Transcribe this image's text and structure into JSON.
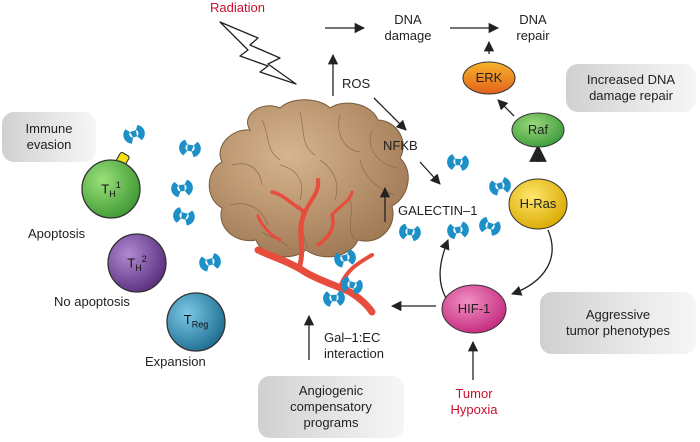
{
  "labels": {
    "radiation": "Radiation",
    "dna_damage": "DNA\ndamage",
    "dna_repair": "DNA\nrepair",
    "ros": "ROS",
    "nfkb": "NFKB",
    "galectin": "GALECTIN–1",
    "gal_ec": "Gal–1:EC\ninteraction",
    "tumor_hypoxia": "Tumor\nHypoxia",
    "apoptosis": "Apoptosis",
    "no_apoptosis": "No apoptosis",
    "expansion": "Expansion"
  },
  "boxes": {
    "immune_evasion": "Immune\nevasion",
    "increased_dna_repair": "Increased DNA\ndamage repair",
    "aggressive_tumor": "Aggressive\ntumor phenotypes",
    "angiogenic": "Angiogenic\ncompensatory\nprograms"
  },
  "nodes": {
    "erk": "ERK",
    "raf": "Raf",
    "hras": "H-Ras",
    "hif1": "HIF-1"
  },
  "cells": {
    "th1": {
      "main": "T",
      "sub": "H",
      "sup": "1"
    },
    "th2": {
      "main": "T",
      "sub": "H",
      "sup": "2"
    },
    "treg": {
      "main": "T",
      "sub": "Reg"
    }
  },
  "colors": {
    "radiation": "#c8102e",
    "erk": "#f39c12",
    "raf": "#4caf50",
    "hras": "#f1c40f",
    "hif1": "#d4398f",
    "th1": "#5cb85c",
    "th2": "#7b4fa0",
    "treg": "#2f8fb5",
    "galectin_icon": "#1e90c8",
    "tumor": "#b8916b",
    "vessel": "#e74c3c"
  }
}
